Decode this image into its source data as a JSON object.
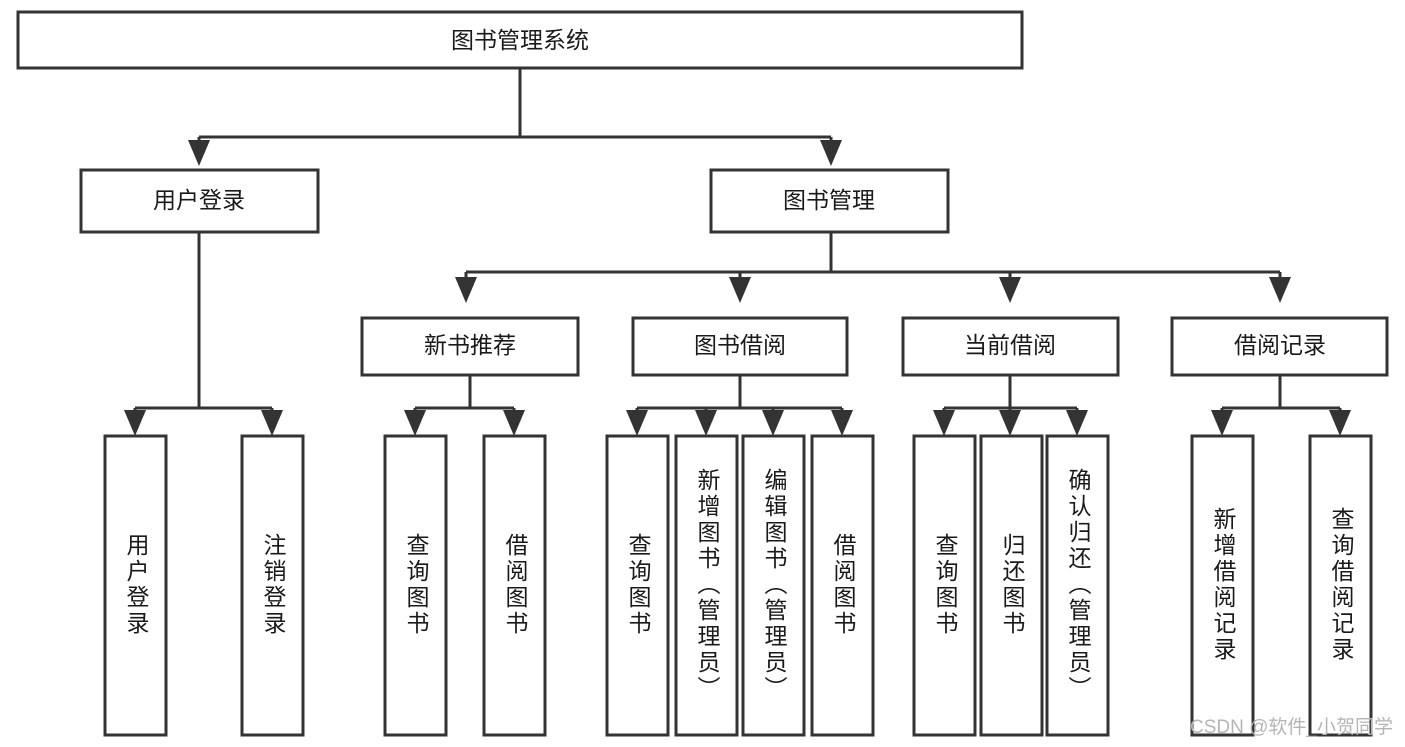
{
  "diagram": {
    "title": "图书管理系统",
    "type": "tree",
    "orientation": "top-down",
    "colors": {
      "stroke": "#333333",
      "box_fill": "#ffffff",
      "text": "#1a1a1a",
      "watermark": "#b5b5b5",
      "background": "#ffffff"
    },
    "levels": {
      "root": {
        "label": "图书管理系统"
      },
      "level2": [
        {
          "id": "user-login",
          "label": "用户登录"
        },
        {
          "id": "book-manage",
          "label": "图书管理"
        }
      ],
      "level3": [
        {
          "id": "new-book-recommend",
          "label": "新书推荐",
          "parent": "book-manage"
        },
        {
          "id": "book-borrow",
          "label": "图书借阅",
          "parent": "book-manage"
        },
        {
          "id": "current-borrow",
          "label": "当前借阅",
          "parent": "book-manage"
        },
        {
          "id": "borrow-record",
          "label": "借阅记录",
          "parent": "book-manage"
        }
      ],
      "leaves": [
        {
          "id": "leaf-user-login",
          "label": "用户登录",
          "parent": "user-login"
        },
        {
          "id": "leaf-user-logout",
          "label": "注销登录",
          "parent": "user-login"
        },
        {
          "id": "leaf-query-book-1",
          "label": "查询图书",
          "parent": "new-book-recommend"
        },
        {
          "id": "leaf-borrow-book-1",
          "label": "借阅图书",
          "parent": "new-book-recommend"
        },
        {
          "id": "leaf-query-book-2",
          "label": "查询图书",
          "parent": "book-borrow"
        },
        {
          "id": "leaf-add-book",
          "label": "新增图书（管理员）",
          "parent": "book-borrow"
        },
        {
          "id": "leaf-edit-book",
          "label": "编辑图书（管理员）",
          "parent": "book-borrow"
        },
        {
          "id": "leaf-borrow-book-2",
          "label": "借阅图书",
          "parent": "book-borrow"
        },
        {
          "id": "leaf-query-book-3",
          "label": "查询图书",
          "parent": "current-borrow"
        },
        {
          "id": "leaf-return-book",
          "label": "归还图书",
          "parent": "current-borrow"
        },
        {
          "id": "leaf-confirm-return",
          "label": "确认归还（管理员）",
          "parent": "current-borrow"
        },
        {
          "id": "leaf-add-record",
          "label": "新增借阅记录",
          "parent": "borrow-record"
        },
        {
          "id": "leaf-query-record",
          "label": "查询借阅记录",
          "parent": "borrow-record"
        }
      ]
    }
  },
  "watermark": {
    "text": "CSDN @软件_小贺同学"
  }
}
